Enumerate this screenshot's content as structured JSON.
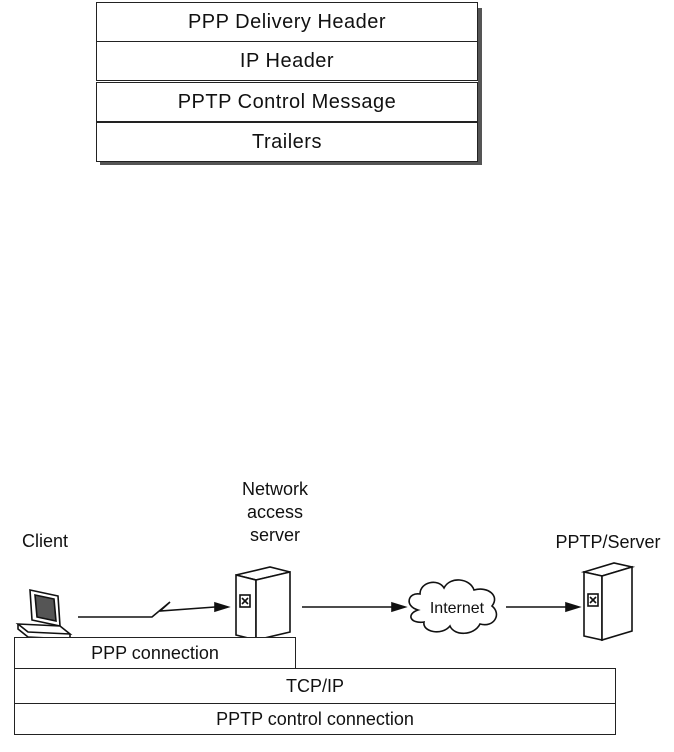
{
  "packet": {
    "layers": [
      "PPP Delivery Header",
      "IP Header",
      "PPTP Control Message",
      "Trailers"
    ]
  },
  "network": {
    "client_label": "Client",
    "nas_label_lines": [
      "Network",
      "access",
      "server"
    ],
    "internet_label": "Internet",
    "server_label": "PPTP/Server",
    "bars": {
      "ppp": "PPP connection",
      "tcpip": "TCP/IP",
      "pptp": "PPTP control connection"
    }
  }
}
